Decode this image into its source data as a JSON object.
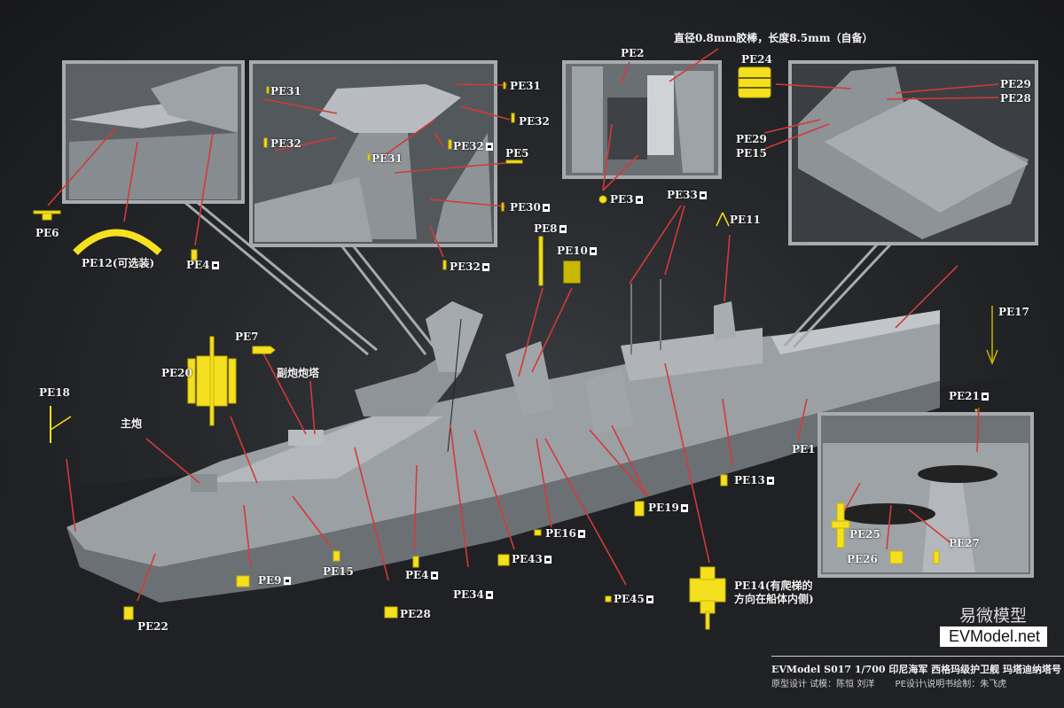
{
  "header_note": "直径0.8mm胶棒，长度8.5mm（自备）",
  "brand": {
    "cn": "易微模型",
    "en": "EVModel.net"
  },
  "footer": {
    "title": "EVModel  S017  1/700  印尼海军 西格玛级护卫舰 玛塔迪纳塔号",
    "credit_prototype": "原型设计 试模：陈恒 刘洋",
    "credit_pe": "PE设计\\说明书绘制：朱飞虎"
  },
  "annotations": {
    "main_gun": "主炮",
    "secondary_turret": "副炮炮塔"
  },
  "parts": {
    "PE1": "PE1",
    "PE2": "PE2",
    "PE3": "PE3",
    "PE4a": "PE4",
    "PE4b": "PE4",
    "PE5": "PE5",
    "PE6": "PE6",
    "PE7": "PE7",
    "PE8": "PE8",
    "PE9": "PE9",
    "PE10": "PE10",
    "PE11": "PE11",
    "PE12": "PE12(可选装)",
    "PE13": "PE13",
    "PE14": "PE14(有爬梯的",
    "PE14b": "方向在船体内侧)",
    "PE15a": "PE15",
    "PE15b": "PE15",
    "PE16": "PE16",
    "PE17": "PE17",
    "PE18": "PE18",
    "PE19": "PE19",
    "PE20": "PE20",
    "PE21": "PE21",
    "PE22": "PE22",
    "PE24": "PE24",
    "PE25": "PE25",
    "PE26": "PE26",
    "PE27": "PE27",
    "PE28a": "PE28",
    "PE28b": "PE28",
    "PE29a": "PE29",
    "PE29b": "PE29",
    "PE30": "PE30",
    "PE31a": "PE31",
    "PE31b": "PE31",
    "PE31c": "PE31",
    "PE32a": "PE32",
    "PE32b": "PE32",
    "PE32c": "PE32",
    "PE32d": "PE32",
    "PE33": "PE33",
    "PE34": "PE34",
    "PE43": "PE43",
    "PE45": "PE45"
  },
  "colors": {
    "accent": "#f5e020",
    "leader": "#d23a3a",
    "frame": "#a8abae",
    "hull": "#9ea3a8"
  }
}
